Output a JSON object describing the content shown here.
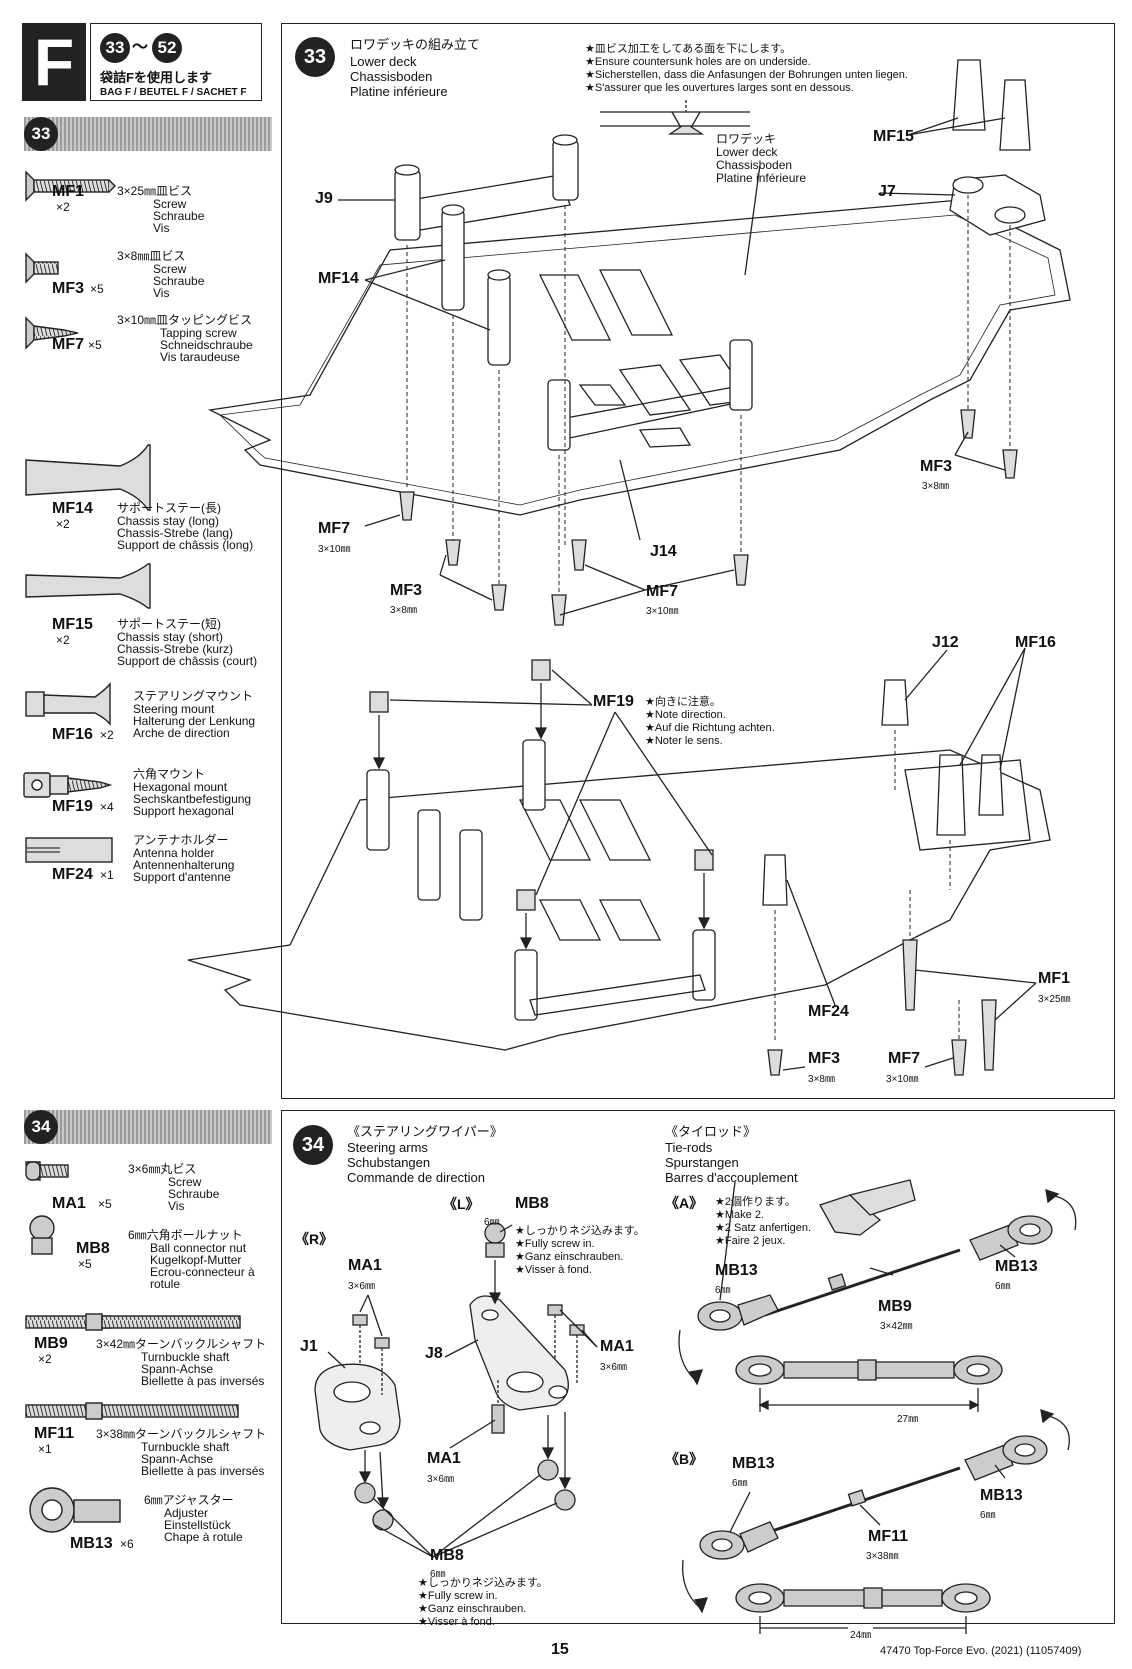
{
  "header": {
    "bag_letter": "F",
    "step_from": "33",
    "step_range_sep": "～",
    "step_to": "52",
    "bag_jp": "袋詰Fを使用します",
    "bag_multi": "BAG F / BEUTEL F / SACHET F"
  },
  "sidebar33": {
    "step": "33",
    "parts": [
      {
        "code": "MF1",
        "qty": "×2",
        "spec": "3×25㎜皿ビス",
        "names": [
          "Screw",
          "Schraube",
          "Vis"
        ]
      },
      {
        "code": "MF3",
        "qty": "×5",
        "spec": "3×8㎜皿ビス",
        "names": [
          "Screw",
          "Schraube",
          "Vis"
        ]
      },
      {
        "code": "MF7",
        "qty": "×5",
        "spec": "3×10㎜皿タッピングビス",
        "names": [
          "Tapping screw",
          "Schneidschraube",
          "Vis taraudeuse"
        ]
      },
      {
        "code": "MF14",
        "qty": "×2",
        "spec": "サポートステー(長)",
        "names": [
          "Chassis stay (long)",
          "Chassis-Strebe (lang)",
          "Support de châssis (long)"
        ]
      },
      {
        "code": "MF15",
        "qty": "×2",
        "spec": "サポートステー(短)",
        "names": [
          "Chassis stay (short)",
          "Chassis-Strebe (kurz)",
          "Support de châssis (court)"
        ]
      },
      {
        "code": "MF16",
        "qty": "×2",
        "spec": "ステアリングマウント",
        "names": [
          "Steering mount",
          "Halterung der Lenkung",
          "Arche de direction"
        ]
      },
      {
        "code": "MF19",
        "qty": "×4",
        "spec": "六角マウント",
        "names": [
          "Hexagonal mount",
          "Sechskantbefestigung",
          "Support hexagonal"
        ]
      },
      {
        "code": "MF24",
        "qty": "×1",
        "spec": "アンテナホルダー",
        "names": [
          "Antenna holder",
          "Antennenhalterung",
          "Support d'antenne"
        ]
      }
    ]
  },
  "step33": {
    "num": "33",
    "title_jp": "ロワデッキの組み立て",
    "title_en": "Lower deck",
    "title_de": "Chassisboden",
    "title_fr": "Platine inférieure",
    "notes": [
      "★皿ビス加工をしてある面を下にします。",
      "★Ensure countersunk holes are on underside.",
      "★Sicherstellen, dass die Anfasungen der Bohrungen unten liegen.",
      "★S'assurer que les ouvertures larges sont en dessous."
    ],
    "deck_label": [
      "ロワデッキ",
      "Lower deck",
      "Chassisboden",
      "Platine inférieure"
    ],
    "labels": {
      "j9": "J9",
      "mf14": "MF14",
      "mf15": "MF15",
      "j7": "J7",
      "mf3a": "MF3",
      "mf3a_size": "3×8㎜",
      "mf7a": "MF7",
      "mf7a_size": "3×10㎜",
      "j14": "J14",
      "mf3b": "MF3",
      "mf3b_size": "3×8㎜",
      "mf7b": "MF7",
      "mf7b_size": "3×10㎜"
    },
    "labels2": {
      "j12": "J12",
      "mf16": "MF16",
      "mf19": "MF19",
      "mf1": "MF1",
      "mf1_size": "3×25㎜",
      "mf24": "MF24",
      "mf3": "MF3",
      "mf3_size": "3×8㎜",
      "mf7": "MF7",
      "mf7_size": "3×10㎜"
    },
    "mf19_note": [
      "★向きに注意。",
      "★Note direction.",
      "★Auf die Richtung achten.",
      "★Noter le sens."
    ]
  },
  "sidebar34": {
    "step": "34",
    "parts": [
      {
        "code": "MA1",
        "qty": "×5",
        "spec": "3×6㎜丸ビス",
        "names": [
          "Screw",
          "Schraube",
          "Vis"
        ]
      },
      {
        "code": "MB8",
        "qty": "×5",
        "spec": "6㎜六角ボールナット",
        "names": [
          "Ball connector nut",
          "Kugelkopf-Mutter",
          "Ecrou-connecteur à",
          "rotule"
        ]
      },
      {
        "code": "MB9",
        "qty": "×2",
        "spec": "3×42㎜ターンバックルシャフト",
        "names": [
          "Turnbuckle shaft",
          "Spann-Achse",
          "Biellette à pas inversés"
        ]
      },
      {
        "code": "MF11",
        "qty": "×1",
        "spec": "3×38㎜ターンバックルシャフト",
        "names": [
          "Turnbuckle shaft",
          "Spann-Achse",
          "Biellette à pas inversés"
        ]
      },
      {
        "code": "MB13",
        "qty": "×6",
        "spec": "6㎜アジャスター",
        "names": [
          "Adjuster",
          "Einstellstück",
          "Chape à rotule"
        ]
      }
    ]
  },
  "step34": {
    "num": "34",
    "steer_jp": "《ステアリングワイパー》",
    "steer_en": "Steering arms",
    "steer_de": "Schubstangen",
    "steer_fr": "Commande de direction",
    "tie_jp": "《タイロッド》",
    "tie_en": "Tie-rods",
    "tie_de": "Spurstangen",
    "tie_fr": "Barres d'accouplement",
    "r_label": "《R》",
    "l_label": "《L》",
    "a_label": "《A》",
    "b_label": "《B》",
    "ma1_top": "MA1",
    "ma1_top_size": "3×6㎜",
    "j1": "J1",
    "j8": "J8",
    "mb8_top": "MB8",
    "mb8_top_size": "6㎜",
    "mb8_top_notes": [
      "★しっかりネジ込みます。",
      "★Fully screw in.",
      "★Ganz einschrauben.",
      "★Visser à fond."
    ],
    "ma1_right": "MA1",
    "ma1_right_size": "3×6㎜",
    "ma1_bottom": "MA1",
    "ma1_bottom_size": "3×6㎜",
    "mb8_bottom": "MB8",
    "mb8_bottom_size": "6㎜",
    "mb8_bottom_notes": [
      "★しっかりネジ込みます。",
      "★Fully screw in.",
      "★Ganz einschrauben.",
      "★Visser à fond."
    ],
    "a_notes": [
      "★2個作ります。",
      "★Make 2.",
      "★2 Satz anfertigen.",
      "★Faire 2 jeux."
    ],
    "mb13_a1": "MB13",
    "mb13_a1_size": "6㎜",
    "mb13_a2": "MB13",
    "mb13_a2_size": "6㎜",
    "mb9": "MB9",
    "mb9_size": "3×42㎜",
    "dim_a": "27㎜",
    "mb13_b1": "MB13",
    "mb13_b1_size": "6㎜",
    "mb13_b2": "MB13",
    "mb13_b2_size": "6㎜",
    "mf11": "MF11",
    "mf11_size": "3×38㎜",
    "dim_b": "24㎜"
  },
  "footer": {
    "page": "15",
    "code": "47470 Top-Force Evo. (2021) (11057409)"
  }
}
